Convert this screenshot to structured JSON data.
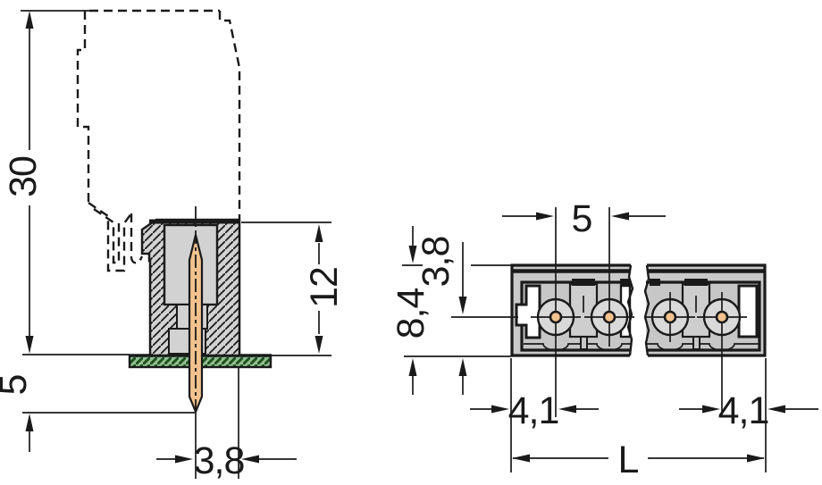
{
  "side_view": {
    "dim_overall_height": "30",
    "dim_pin_protrusion": "5",
    "dim_body_height": "12",
    "dim_pin_offset": "3,8"
  },
  "top_view": {
    "dim_pin_pitch": "5",
    "dim_body_depth": "8,4",
    "dim_pin_to_edge": "3,8",
    "dim_end_to_pin_left": "4,1",
    "dim_end_to_pin_right": "4,1",
    "dim_overall_length": "L"
  },
  "colors": {
    "line": "#1a1a1a",
    "body_fill": "#d2d2d2",
    "cavity_fill": "#c7c7c7",
    "circle_fill": "#d9d9d9",
    "pin_fill": "#f3c28e",
    "board_fill": "#93bd93",
    "board_hatch": "#1e521e",
    "slot_fill": "#ffffff"
  }
}
